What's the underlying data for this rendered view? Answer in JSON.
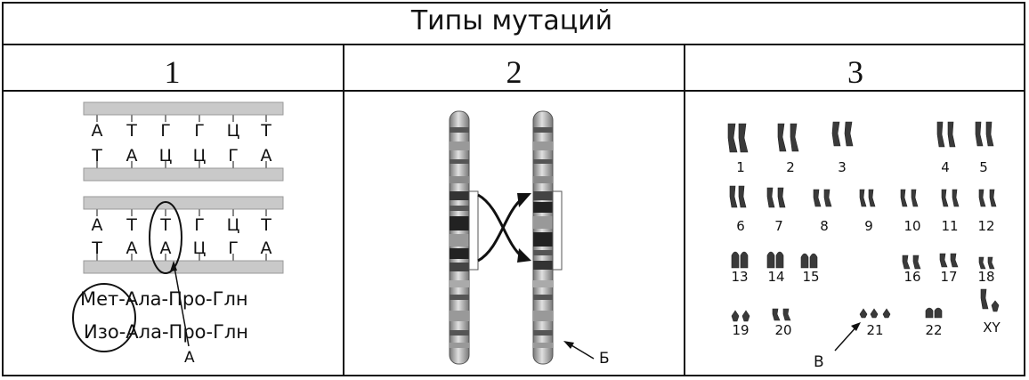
{
  "title": "Типы мутаций",
  "columns": [
    "1",
    "2",
    "3"
  ],
  "panel1": {
    "dna_top": [
      "А",
      "Т",
      "Г",
      "Г",
      "Ц",
      "Т"
    ],
    "dna_bottom": [
      "Т",
      "А",
      "Ц",
      "Ц",
      "Г",
      "А"
    ],
    "dna2_top": [
      "А",
      "Т",
      "Т",
      "Г",
      "Ц",
      "Т"
    ],
    "dna2_bottom": [
      "Т",
      "А",
      "А",
      "Ц",
      "Г",
      "А"
    ],
    "protein1": "Мет-Ала-Про-Глн",
    "protein2": "Изо-Ала-Про-Глн",
    "label": "А"
  },
  "panel2": {
    "label": "Б"
  },
  "panel3": {
    "numbers": [
      "1",
      "2",
      "3",
      "4",
      "5",
      "6",
      "7",
      "8",
      "9",
      "10",
      "11",
      "12",
      "13",
      "14",
      "15",
      "16",
      "17",
      "18",
      "19",
      "20",
      "21",
      "22",
      "XY"
    ],
    "label": "В"
  }
}
